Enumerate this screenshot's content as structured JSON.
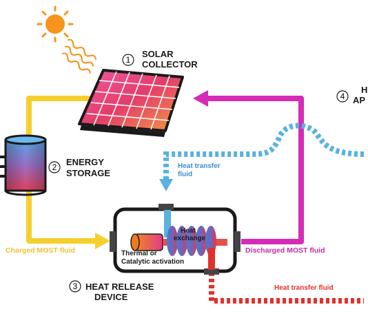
{
  "labels": {
    "solar_num": "1",
    "solar_line1": "SOLAR",
    "solar_line2": "COLLECTOR",
    "storage_num": "2",
    "storage_line1": "ENERGY",
    "storage_line2": "STORAGE",
    "heat_release_num": "3",
    "heat_release_line1": "HEAT RELEASE",
    "heat_release_line2": "DEVICE",
    "app_num": "4",
    "app_line1": "H",
    "app_line2": "AP",
    "heat_transfer_fluid_in_1": "Heat transfer",
    "heat_transfer_fluid_in_2": "fluid",
    "heat_transfer_fluid_out": "Heat transfer fluid",
    "charged": "Charged MOST fluid",
    "discharged": "Discharged MOST fluid",
    "heat_exchange_1": "Heat",
    "heat_exchange_2": "exchange",
    "activation_1": "Thermal or",
    "activation_2": "Catalytic activation"
  },
  "colors": {
    "yellow_pipe": "#f5cf2e",
    "magenta_pipe": "#d62bb6",
    "blue_fluid": "#57b2e0",
    "red_fluid": "#e2312c",
    "sun": "#f7941d",
    "charged_text": "#f1c232",
    "discharged_text": "#c72aa6",
    "blue_text": "#3d8fcf",
    "red_text": "#e2312c"
  }
}
